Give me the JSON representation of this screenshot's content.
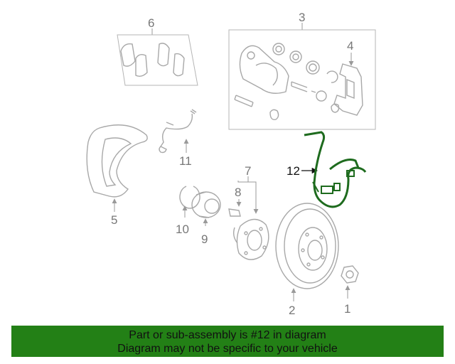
{
  "callouts": {
    "n1": "1",
    "n2": "2",
    "n3": "3",
    "n4": "4",
    "n5": "5",
    "n6": "6",
    "n7": "7",
    "n8": "8",
    "n9": "9",
    "n10": "10",
    "n11": "11",
    "n12": "12"
  },
  "banner": {
    "line1": "Part or sub-assembly is #12 in diagram",
    "line2": "Diagram may not be specific to your vehicle"
  },
  "colors": {
    "highlight": "#1e6b1e",
    "banner_bg": "#238016",
    "line_art": "#a8a8a8"
  }
}
